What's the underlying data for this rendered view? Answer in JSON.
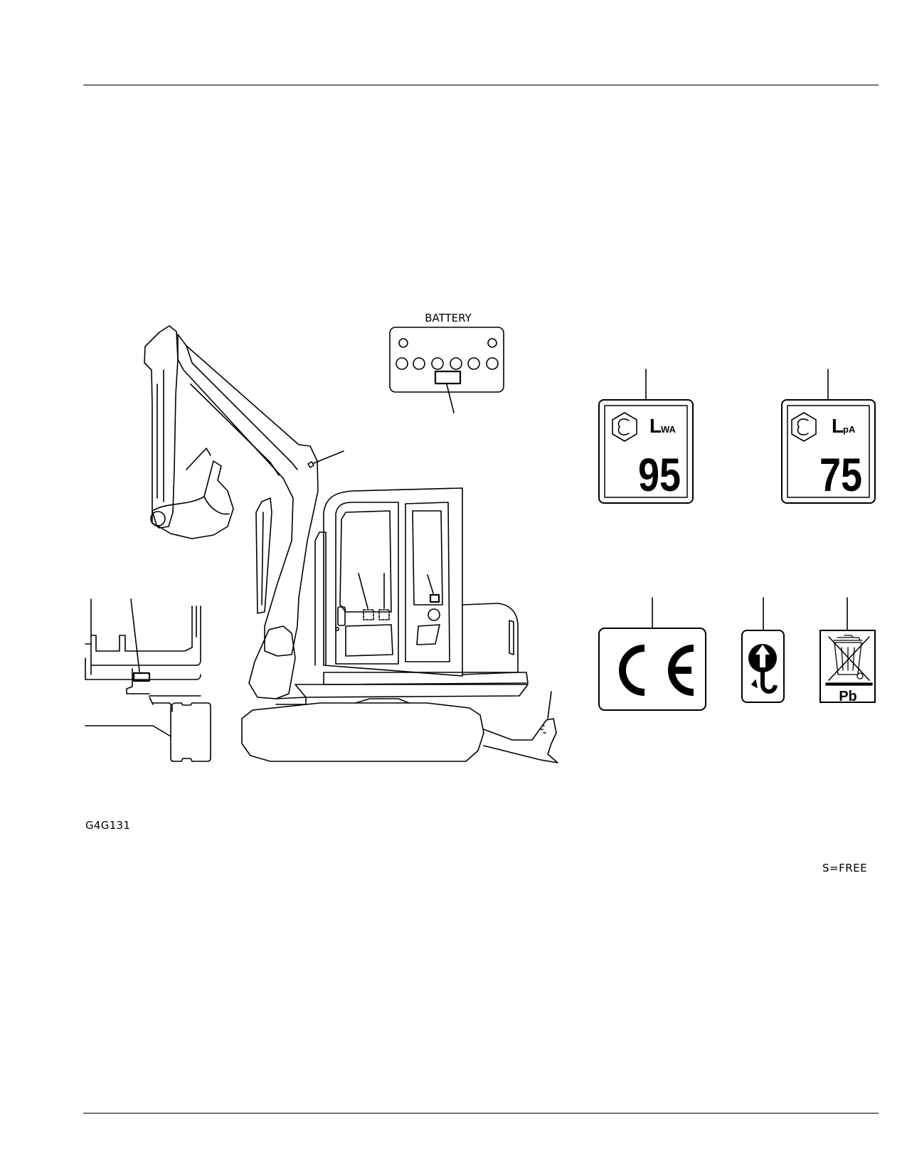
{
  "figure": {
    "battery_label": "BATTERY",
    "figure_code": "G4G131",
    "scale_note": "S=FREE"
  },
  "labels": {
    "sound_power": {
      "letter": "L",
      "subscript": "WA",
      "value": "95"
    },
    "sound_pressure": {
      "letter": "L",
      "subscript": "pA",
      "value": "75"
    },
    "ce_mark": "CE",
    "battery_recycle": "Pb"
  },
  "icons": [
    "hex-ear-icon",
    "hook-lift-icon",
    "crossed-bin-icon"
  ],
  "colors": {
    "ink": "#000000",
    "paper": "#ffffff"
  }
}
